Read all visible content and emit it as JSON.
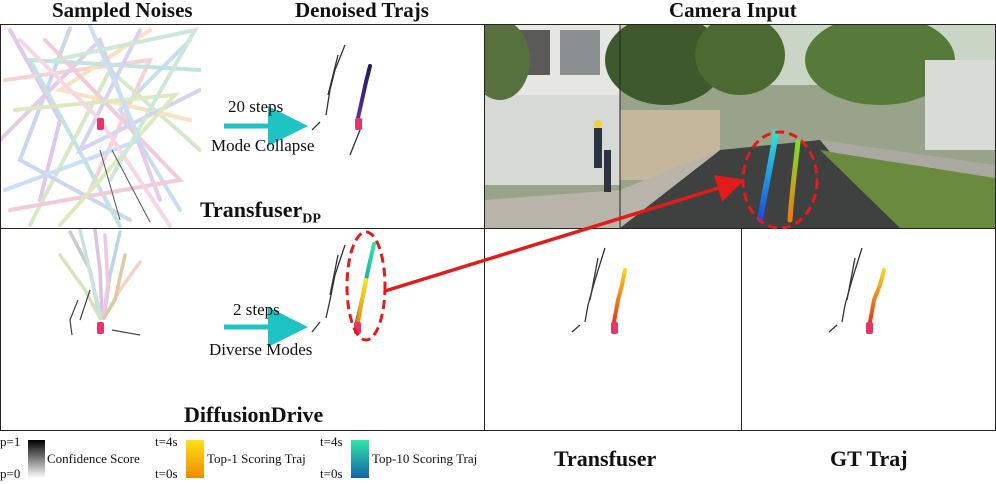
{
  "headers": {
    "sampled_noises": "Sampled Noises",
    "denoised_trajs": "Denoised Trajs",
    "camera_input": "Camera Input"
  },
  "row_top": {
    "model_name": "Transfuser",
    "model_sub": "DP",
    "steps_label": "20 steps",
    "note": "Mode Collapse"
  },
  "row_bottom": {
    "model_name": "DiffusionDrive",
    "steps_label": "2 steps",
    "note": "Diverse Modes"
  },
  "bottom_captions": {
    "transfuser": "Transfuser",
    "gt_traj": "GT Traj"
  },
  "legend": {
    "p1": "p=1",
    "p0": "p=0",
    "confidence": "Confidence Score",
    "t4a": "t=4s",
    "t0a": "t=0s",
    "top1": "Top-1 Scoring Traj",
    "t4b": "t=4s",
    "t0b": "t=0s",
    "top10": "Top-10 Scoring Traj"
  },
  "colors": {
    "arrow_teal": "#1fc3c3",
    "highlight_red": "#e41b1b",
    "ego_car": "#e8336b"
  }
}
